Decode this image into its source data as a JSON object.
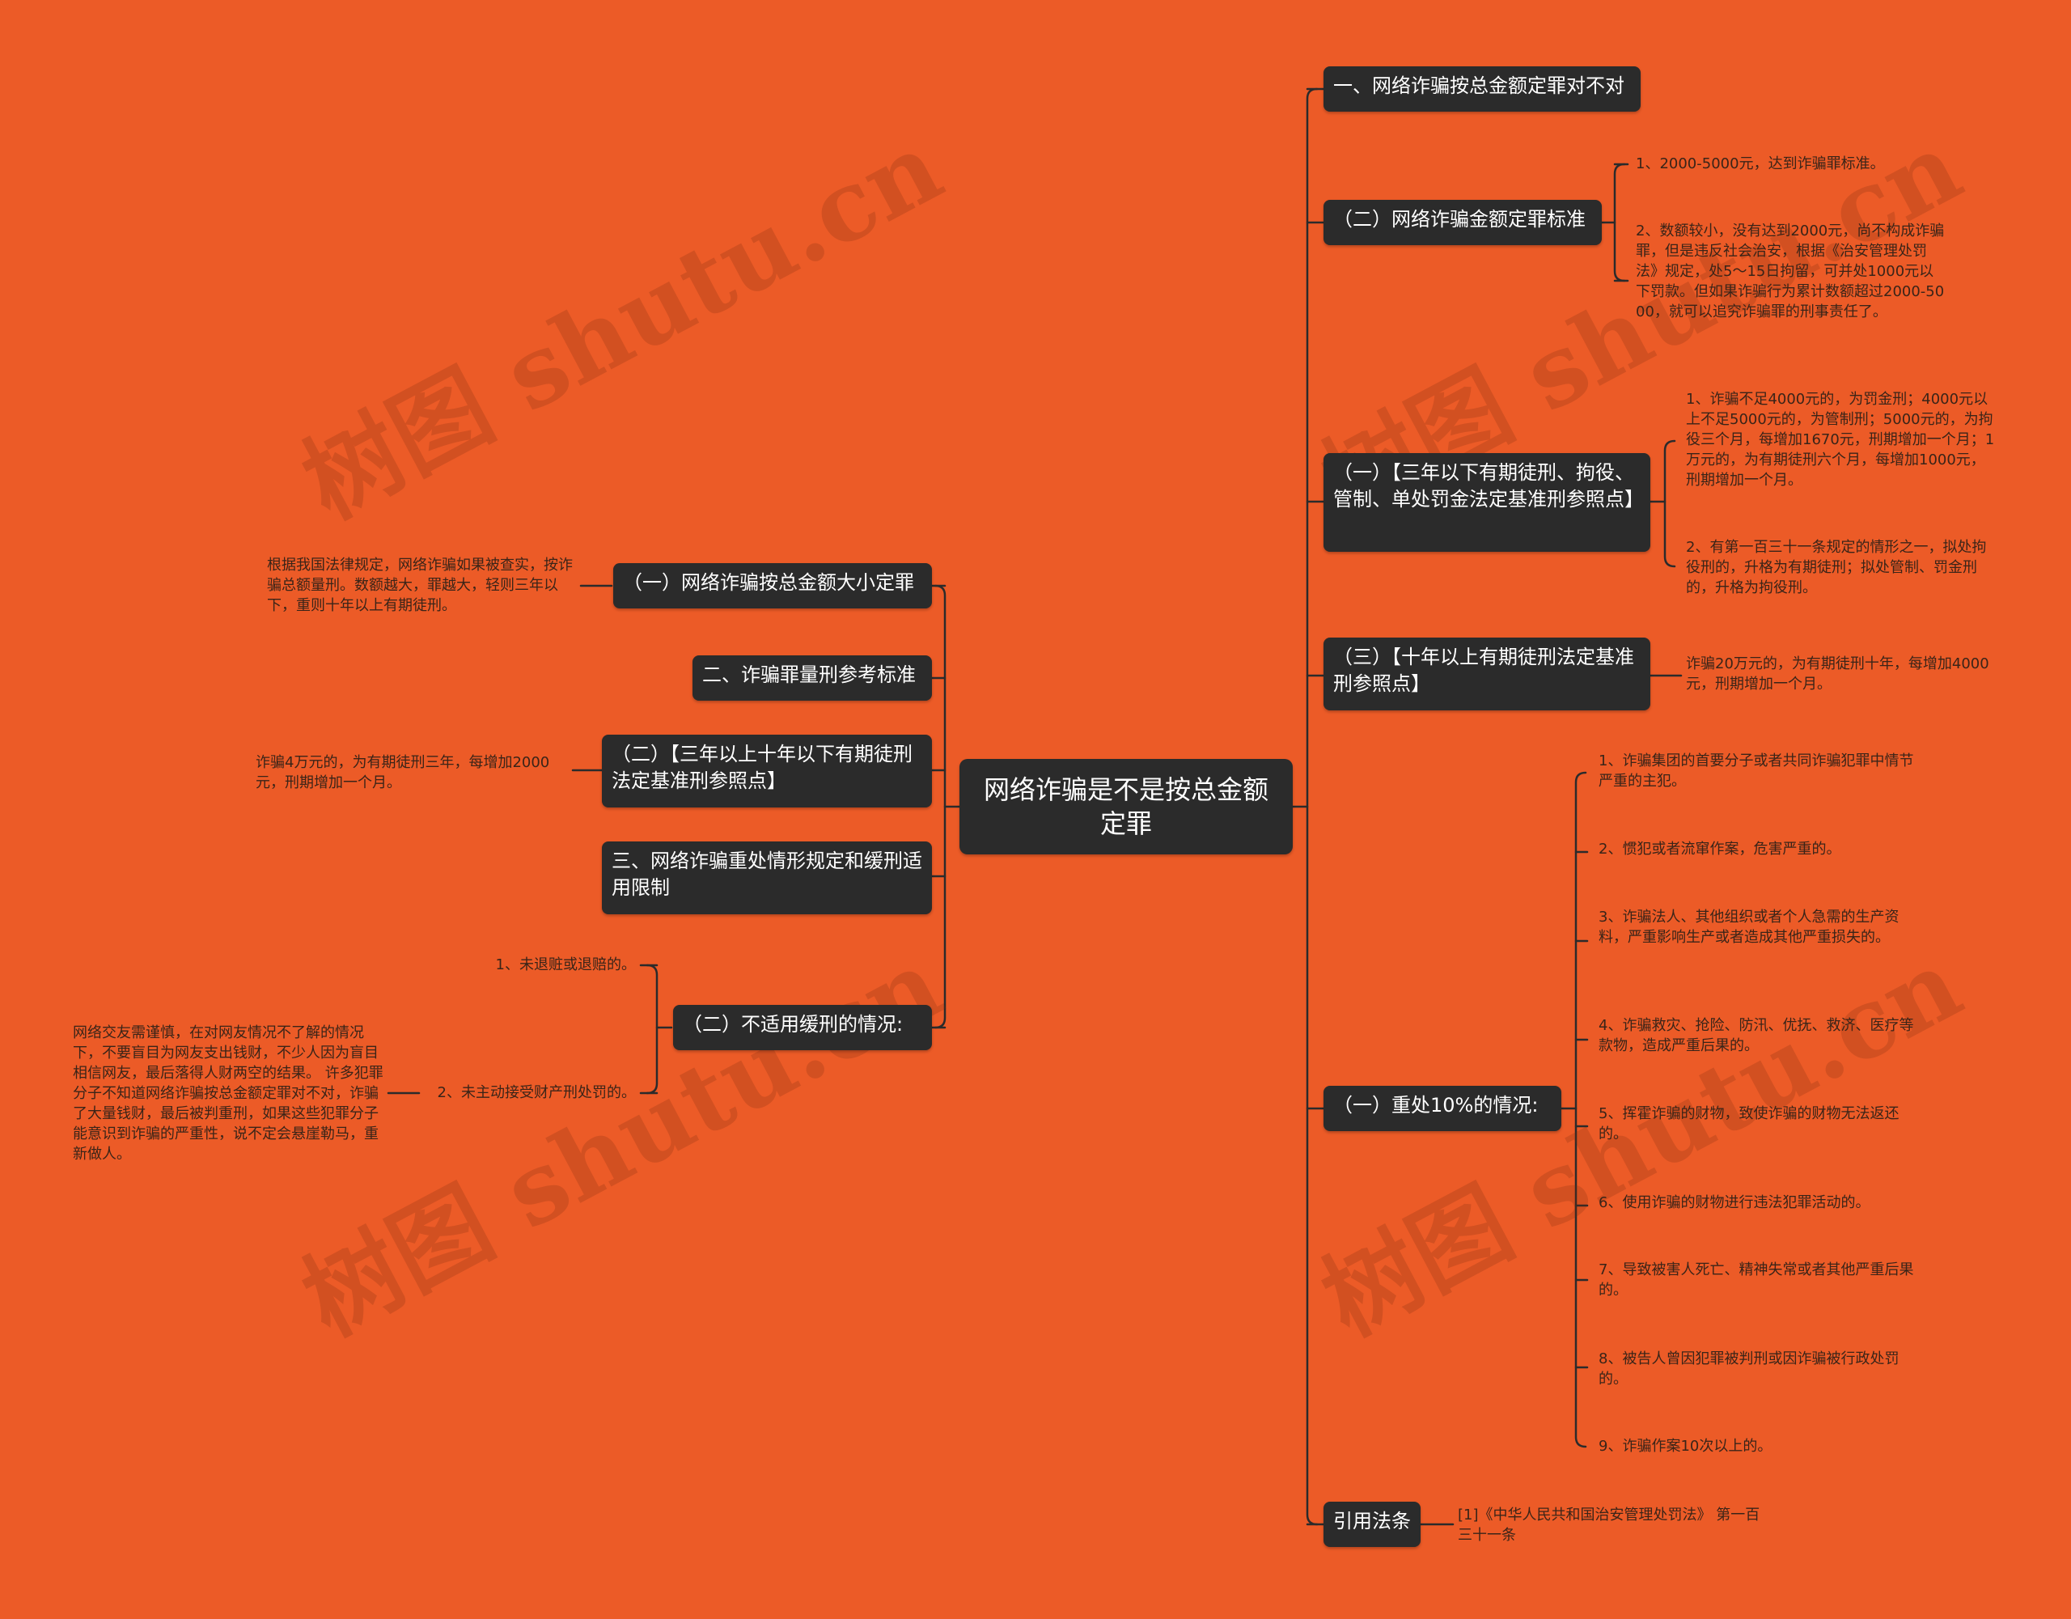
{
  "watermark": "树图 shutu.cn",
  "root": "网络诈骗是不是按总金额定罪",
  "right_branches": {
    "r1": "一、网络诈骗按总金额定罪对不对",
    "r2": "（二）网络诈骗金额定罪标准",
    "r3": "（一）【三年以下有期徒刑、拘役、管制、单处罚金法定基准刑参照点】",
    "r4": "（三）【十年以上有期徒刑法定基准刑参照点】",
    "r5": "（一）重处10%的情况:",
    "r6": "引用法条"
  },
  "right_leaves": {
    "r2_1": "1、2000-5000元，达到诈骗罪标准。",
    "r2_2": "2、数额较小，没有达到2000元，尚不构成诈骗罪，但是违反社会治安，根据《治安管理处罚法》规定，处5～15日拘留，可并处1000元以下罚款。但如果诈骗行为累计数额超过2000-5000，就可以追究诈骗罪的刑事责任了。",
    "r3_1": "1、诈骗不足4000元的，为罚金刑；4000元以上不足5000元的，为管制刑；5000元的，为拘役三个月，每增加1670元，刑期增加一个月；1万元的，为有期徒刑六个月，每增加1000元，刑期增加一个月。",
    "r3_2": "2、有第一百三十一条规定的情形之一，拟处拘役刑的，升格为有期徒刑；拟处管制、罚金刑的，升格为拘役刑。",
    "r4_1": "诈骗20万元的，为有期徒刑十年，每增加4000元，刑期增加一个月。",
    "r5_1": "1、诈骗集团的首要分子或者共同诈骗犯罪中情节严重的主犯。",
    "r5_2": "2、惯犯或者流窜作案，危害严重的。",
    "r5_3": "3、诈骗法人、其他组织或者个人急需的生产资料，严重影响生产或者造成其他严重损失的。",
    "r5_4": "4、诈骗救灾、抢险、防汛、优抚、救济、医疗等款物，造成严重后果的。",
    "r5_5": "5、挥霍诈骗的财物，致使诈骗的财物无法返还的。",
    "r5_6": "6、使用诈骗的财物进行违法犯罪活动的。",
    "r5_7": "7、导致被害人死亡、精神失常或者其他严重后果的。",
    "r5_8": "8、被告人曾因犯罪被判刑或因诈骗被行政处罚的。",
    "r5_9": "9、诈骗作案10次以上的。",
    "r6_1": "[1]《中华人民共和国治安管理处罚法》 第一百三十一条"
  },
  "left_branches": {
    "l1": "（一）网络诈骗按总金额大小定罪",
    "l2": "二、诈骗罪量刑参考标准",
    "l3": "（二）【三年以上十年以下有期徒刑法定基准刑参照点】",
    "l4": "三、网络诈骗重处情形规定和缓刑适用限制",
    "l5": "（二）不适用缓刑的情况:"
  },
  "left_leaves": {
    "l1_1": "根据我国法律规定，网络诈骗如果被查实，按诈骗总额量刑。数额越大，罪越大，轻则三年以下，重则十年以上有期徒刑。",
    "l3_1": "诈骗4万元的，为有期徒刑三年，每增加2000元，刑期增加一个月。",
    "l5_1": "1、未退赃或退赔的。",
    "l5_2": "2、未主动接受财产刑处罚的。",
    "l5_2_1": "网络交友需谨慎，在对网友情况不了解的情况下，不要盲目为网友支出钱财，不少人因为盲目相信网友，最后落得人财两空的结果。 许多犯罪分子不知道网络诈骗按总金额定罪对不对，诈骗了大量钱财，最后被判重刑，如果这些犯罪分子能意识到诈骗的严重性，说不定会悬崖勒马，重新做人。"
  },
  "colors": {
    "background": "#EC5B27",
    "node": "#2B2B2B",
    "node_text": "#FFFFFF",
    "line": "#2B2B2B",
    "leaf_text": "#3A2418"
  }
}
